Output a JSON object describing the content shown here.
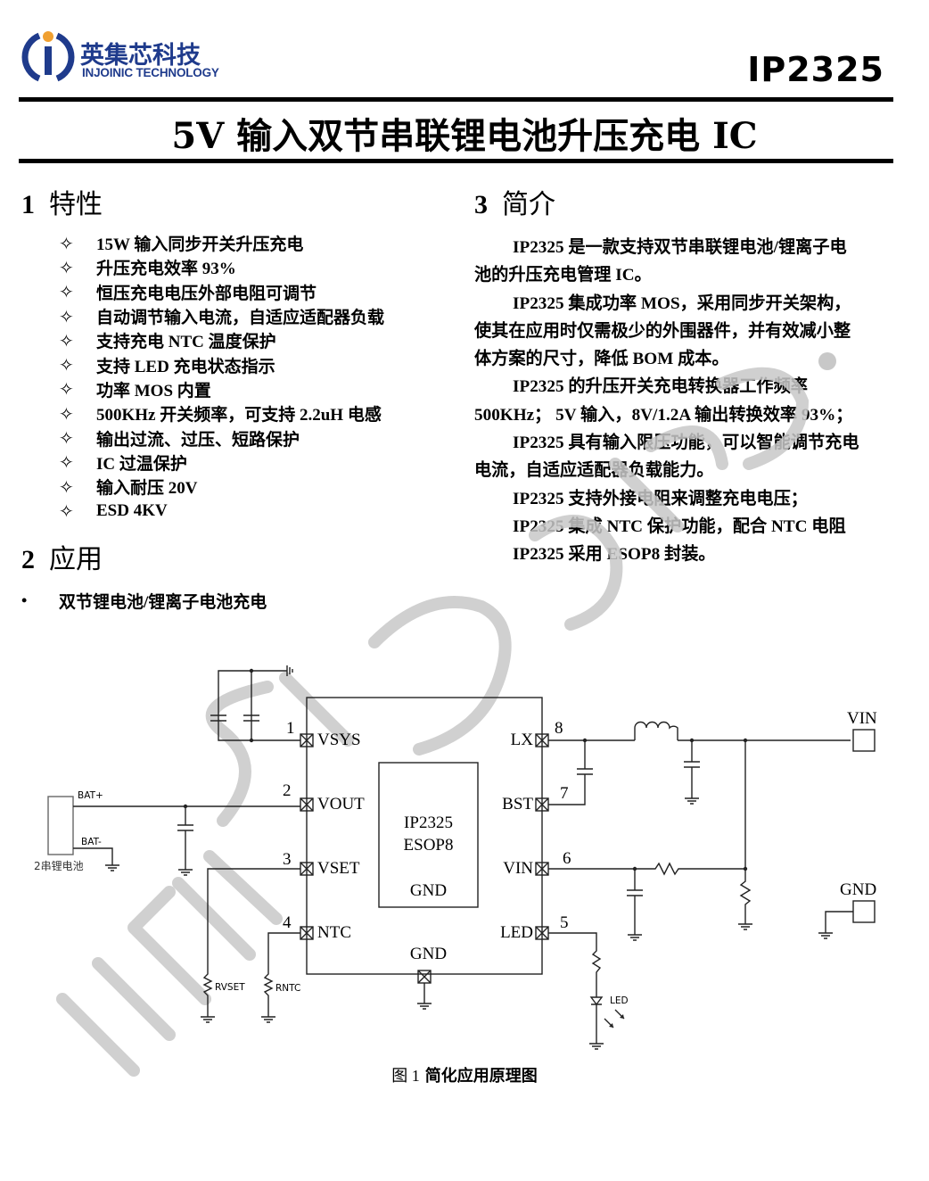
{
  "header": {
    "logo": {
      "name_cn": "英集芯科技",
      "name_en": "INJOINIC TECHNOLOGY",
      "brand_color": "#1f3b8c",
      "dot_color": "#f0a030"
    },
    "part_number": "IP2325",
    "title": "5V 输入双节串联锂电池升压充电 IC"
  },
  "sections": {
    "features": {
      "num": "1",
      "title": "特性",
      "bullet": "✧",
      "items": [
        "15W 输入同步开关升压充电",
        "升压充电效率 93%",
        "恒压充电电压外部电阻可调节",
        "自动调节输入电流，自适应适配器负载",
        "支持充电 NTC 温度保护",
        "支持 LED 充电状态指示",
        "功率 MOS 内置",
        "500KHz 开关频率，可支持 2.2uH 电感",
        "输出过流、过压、短路保护",
        "IC 过温保护",
        "输入耐压 20V",
        "ESD 4KV"
      ]
    },
    "applications": {
      "num": "2",
      "title": "应用",
      "bullet": "•",
      "items": [
        "双节锂电池/锂离子电池充电"
      ]
    },
    "intro": {
      "num": "3",
      "title": "简介",
      "lines": [
        {
          "text": "IP2325 是一款支持双节串联锂电池/锂离子电",
          "indent": true
        },
        {
          "text": "池的升压充电管理 IC。",
          "indent": false
        },
        {
          "text": "IP2325 集成功率 MOS，采用同步开关架构，",
          "indent": true
        },
        {
          "text": "使其在应用时仅需极少的外围器件，并有效减小整",
          "indent": false
        },
        {
          "text": "体方案的尺寸，降低 BOM 成本。",
          "indent": false
        },
        {
          "text": "IP2325 的升压开关充电转换器工作频率",
          "indent": true
        },
        {
          "text": "500KHz；  5V 输入，8V/1.2A 输出转换效率 93%；",
          "indent": false
        },
        {
          "text": "IP2325 具有输入限压功能，可以智能调节充电",
          "indent": true
        },
        {
          "text": "电流，自适应适配器负载能力。",
          "indent": false
        },
        {
          "text": "IP2325 支持外接电阻来调整充电电压；",
          "indent": true
        },
        {
          "text": "IP2325 集成 NTC 保护功能，配合 NTC 电阻",
          "indent": true
        },
        {
          "text": "IP2325 采用 ESOP8 封装。",
          "indent": true
        }
      ]
    }
  },
  "schematic": {
    "chip": {
      "line1": "IP2325",
      "line2": "ESOP8",
      "pad": "GND"
    },
    "pins_left": [
      {
        "num": "1",
        "name": "VSYS"
      },
      {
        "num": "2",
        "name": "VOUT"
      },
      {
        "num": "3",
        "name": "VSET"
      },
      {
        "num": "4",
        "name": "NTC"
      }
    ],
    "pins_right": [
      {
        "num": "8",
        "name": "LX"
      },
      {
        "num": "7",
        "name": "BST"
      },
      {
        "num": "6",
        "name": "VIN"
      },
      {
        "num": "5",
        "name": "LED"
      }
    ],
    "pin_bottom": {
      "name": "GND"
    },
    "labels": {
      "bat_plus": "BAT+",
      "bat_minus": "BAT-",
      "battery": "2串锂电池",
      "rvset": "RVSET",
      "rntc": "RNTC",
      "led": "LED",
      "vin_terminal": "VIN",
      "gnd_terminal": "GND"
    }
  },
  "figure_caption": {
    "prefix": "图  1",
    "text": "简化应用原理图"
  },
  "watermark": {
    "text": "INJOINIC Corp.",
    "color": "#c8c8c8"
  }
}
